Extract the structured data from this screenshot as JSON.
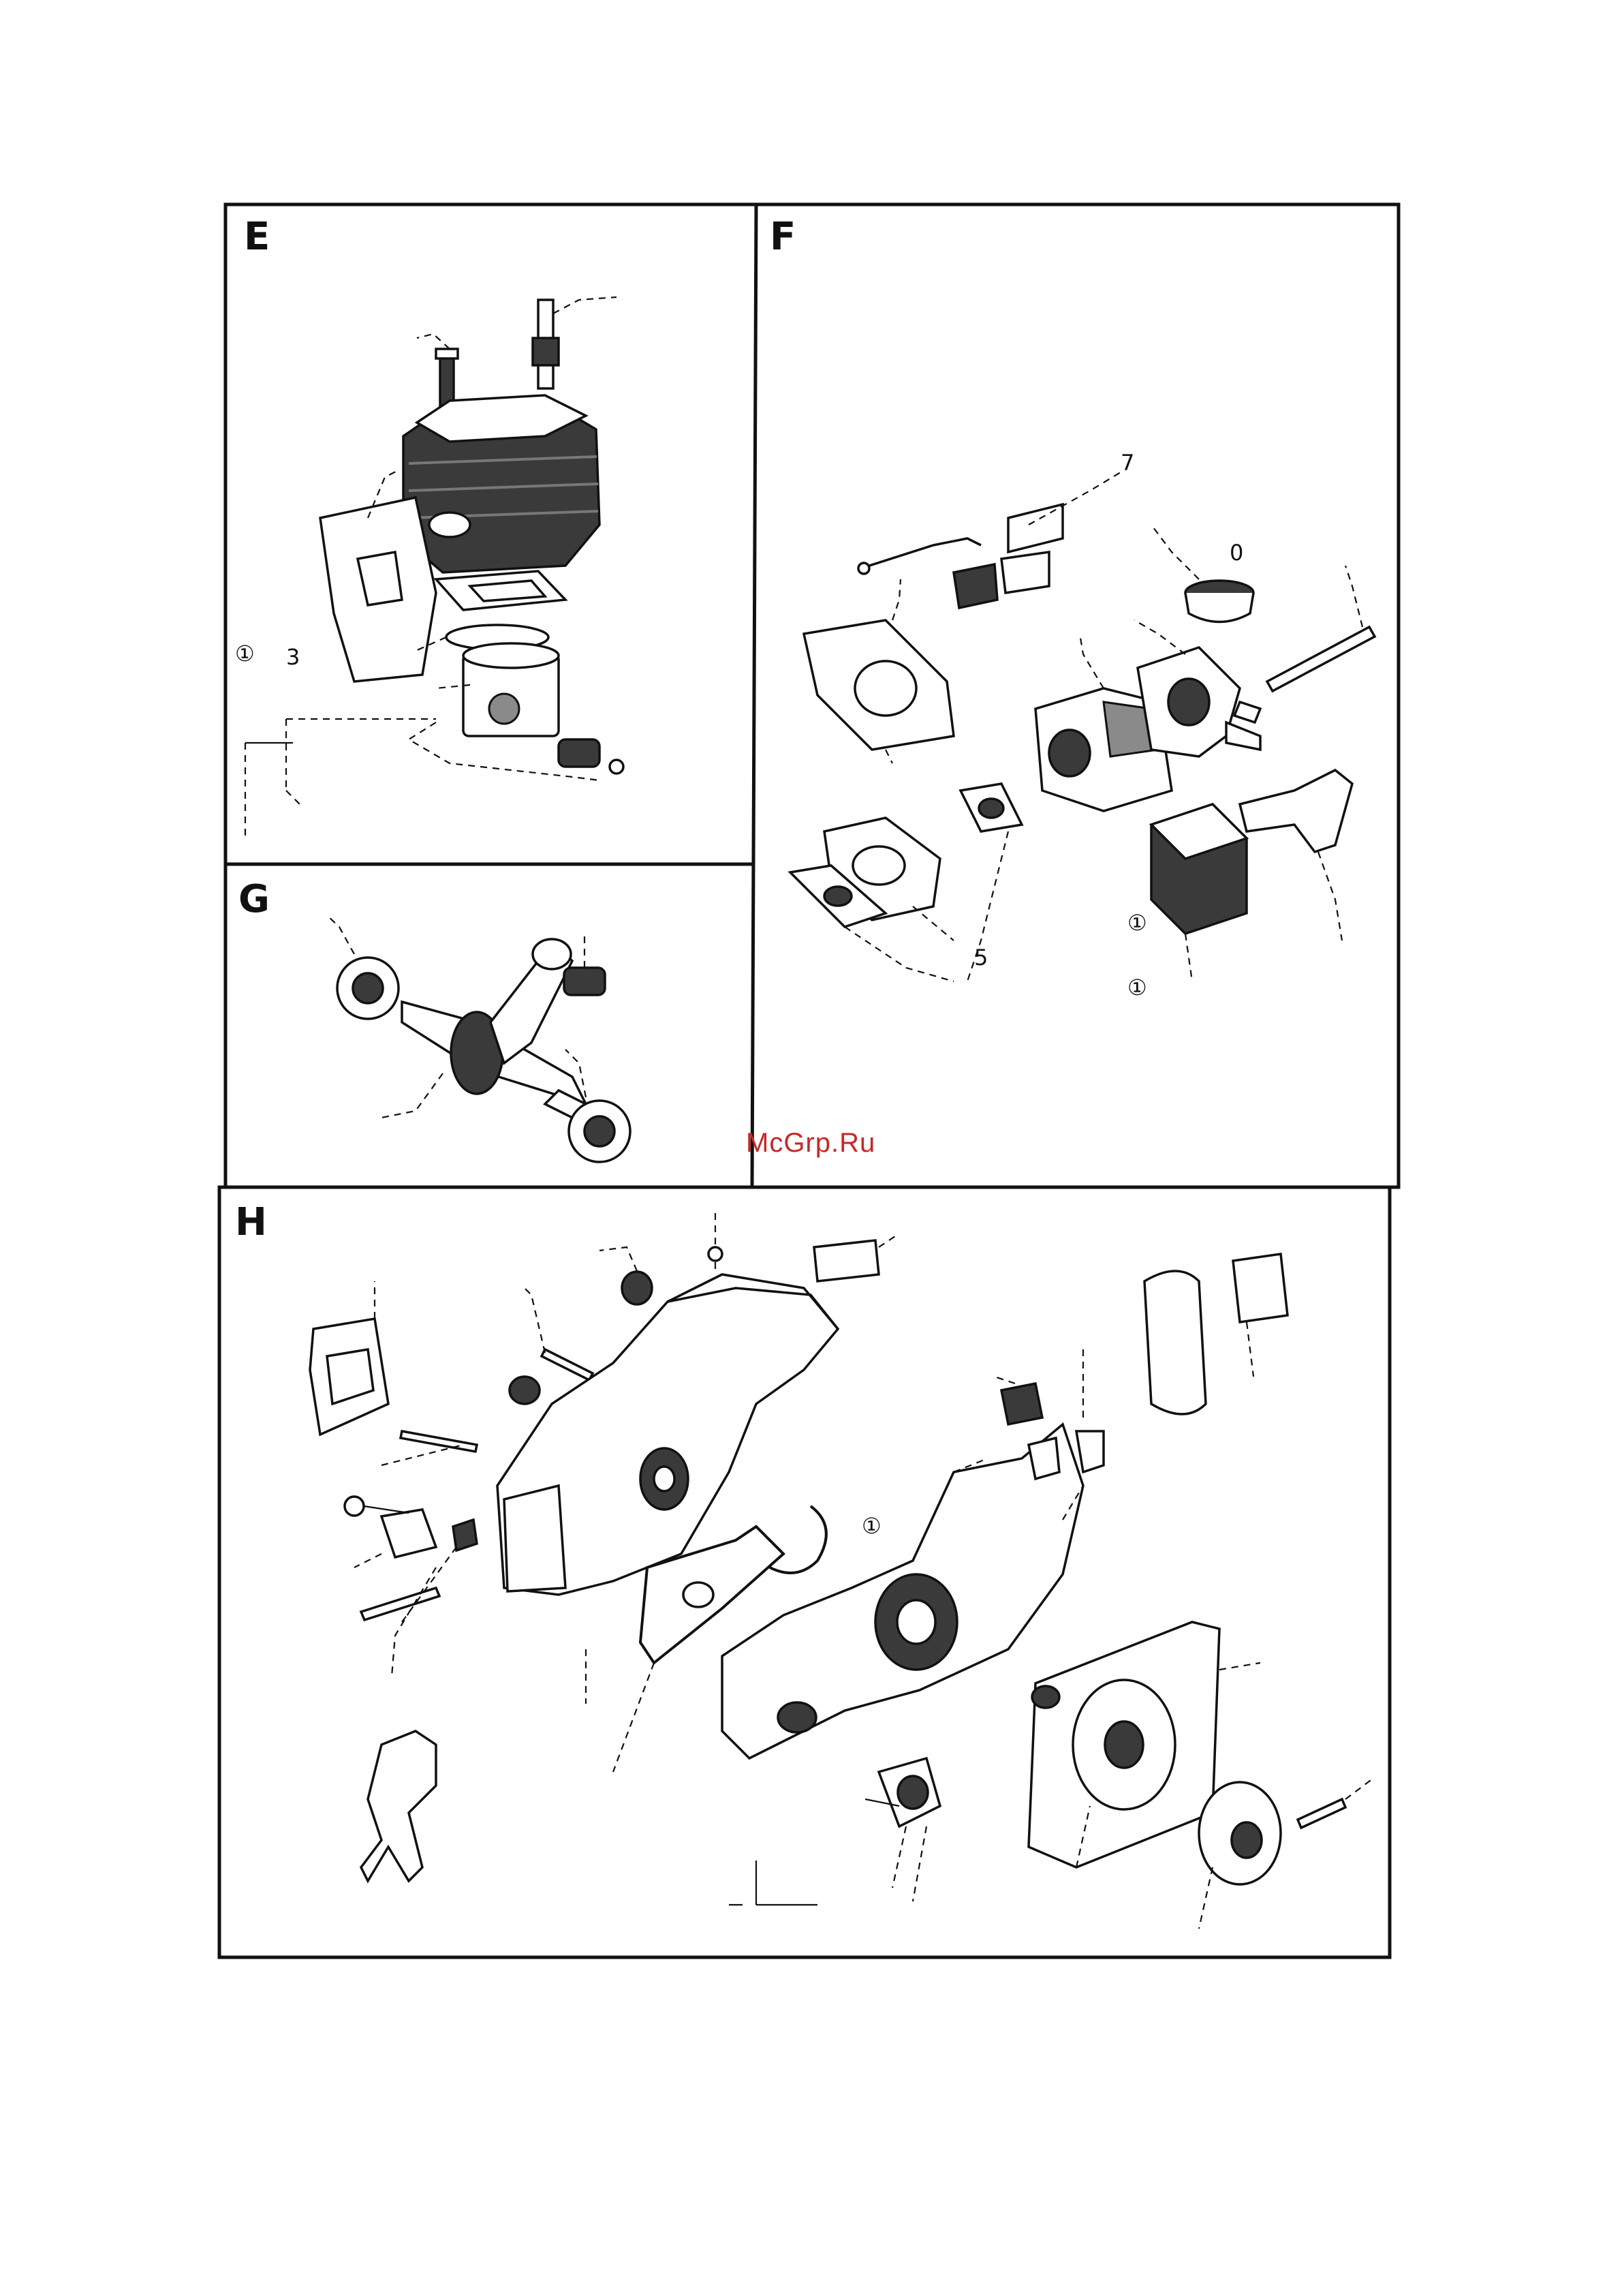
{
  "panels": {
    "E": {
      "letter": "E",
      "labels": [
        "①",
        "3"
      ]
    },
    "F": {
      "letter": "F",
      "labels": [
        "7",
        "0",
        "5",
        "①",
        "①"
      ]
    },
    "G": {
      "letter": "G"
    },
    "H": {
      "letter": "H",
      "labels": [
        "①"
      ]
    }
  },
  "watermark": "McGrp.Ru",
  "colors": {
    "line": "#111111",
    "watermark": "#c62828",
    "background": "#ffffff"
  }
}
